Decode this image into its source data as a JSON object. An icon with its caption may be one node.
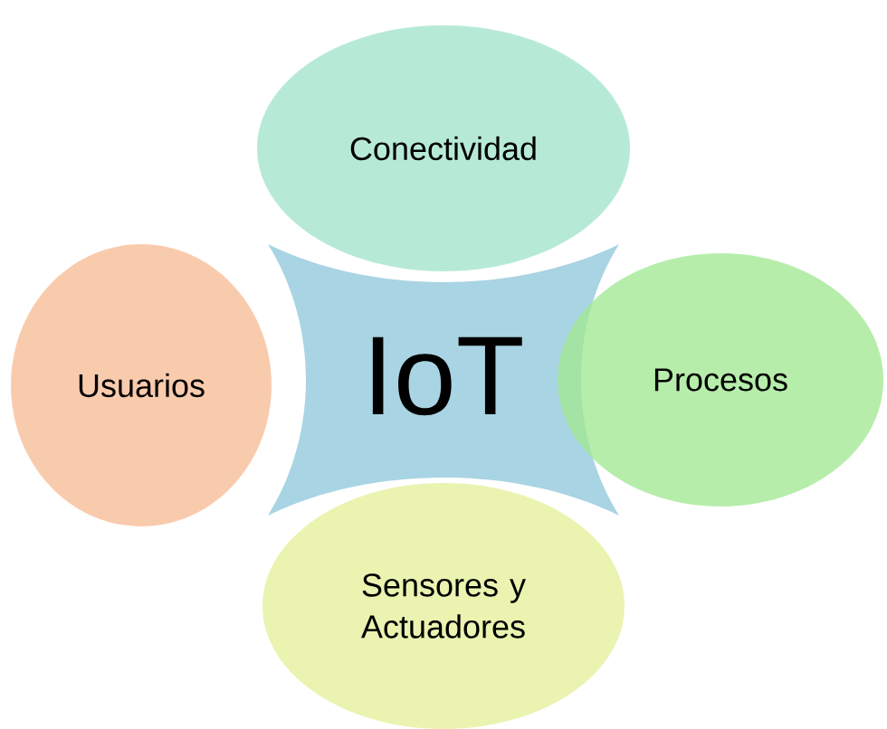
{
  "diagram": {
    "nodes": [
      {
        "text": [
          "Conectividad"
        ]
      },
      {
        "text": [
          "Usuarios"
        ]
      },
      {
        "text": [
          "IoT"
        ]
      },
      {
        "text": [
          "Procesos"
        ]
      },
      {
        "text": [
          "Sensores y Actuadores"
        ]
      }
    ]
  }
}
